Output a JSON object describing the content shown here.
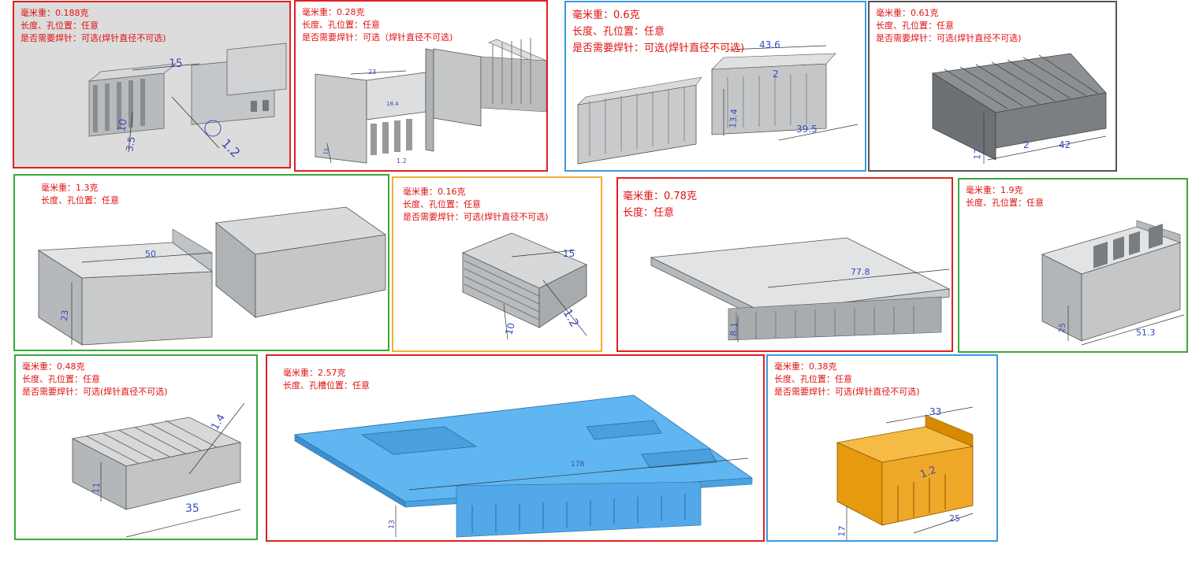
{
  "colors": {
    "red_border": "#e02020",
    "blue_border": "#3a9be0",
    "green_border": "#3aa83a",
    "orange_border": "#f0b030",
    "dark_border": "#555555",
    "text": "#e01010",
    "dim_text": "#3a4bbd",
    "part_gray": "#b9bcbf",
    "part_blue": "#58b2ef",
    "part_orange": "#f0a020"
  },
  "panels": [
    {
      "id": "p1",
      "lines": [
        "毫米重：0.188克",
        "长度、孔位置：任意",
        "是否需要焊针：可选(焊针直径不可选)"
      ],
      "dims": [
        "15",
        "10",
        "3.5",
        "1.2"
      ]
    },
    {
      "id": "p2",
      "lines": [
        "毫米重：0.28克",
        "长度、孔位置：任意",
        "是否需要焊针：可选（焊针直径不可选)"
      ],
      "dims": [
        "23",
        "18.4",
        "15",
        "1.2"
      ]
    },
    {
      "id": "p3",
      "lines": [
        "毫米重：0.6克",
        "长度、孔位置：任意",
        "是否需要焊针：可选(焊针直径不可选)"
      ],
      "dims": [
        "43.6",
        "2",
        "13.4",
        "39.5"
      ]
    },
    {
      "id": "p4",
      "lines": [
        "毫米重：0.61克",
        "长度、孔位置：任意",
        "是否需要焊针：可选(焊针直径不可选)"
      ],
      "dims": [
        "2",
        "42",
        "17"
      ]
    },
    {
      "id": "p5",
      "lines": [
        "毫米重：1.3克",
        "长度、孔位置：任意"
      ],
      "dims": [
        "50",
        "23"
      ]
    },
    {
      "id": "p6",
      "lines": [
        "毫米重：0.16克",
        "长度、孔位置：任意",
        "是否需要焊针：可选(焊针直径不可选)"
      ],
      "dims": [
        "15",
        "10",
        "1.2"
      ]
    },
    {
      "id": "p7",
      "lines": [
        "毫米重：0.78克",
        "长度：任意"
      ],
      "dims": [
        "77.8",
        "8.1"
      ]
    },
    {
      "id": "p8",
      "lines": [
        "毫米重：1.9克",
        "长度、孔位置：任意"
      ],
      "dims": [
        "25",
        "51.3"
      ]
    },
    {
      "id": "p9",
      "lines": [
        "毫米重：0.48克",
        "长度、孔位置：任意",
        "是否需要焊针：可选(焊针直径不可选)"
      ],
      "dims": [
        "1.4",
        "11",
        "35"
      ]
    },
    {
      "id": "p10",
      "lines": [
        "毫米重：2.57克",
        "长度、孔槽位置：任意"
      ],
      "dims": [
        "178",
        "13"
      ]
    },
    {
      "id": "p11",
      "lines": [
        "毫米重：0.38克",
        "长度、孔位置：任意",
        "是否需要焊针：可选(焊针直径不可选)"
      ],
      "dims": [
        "33",
        "1.2",
        "25",
        "17"
      ]
    }
  ]
}
